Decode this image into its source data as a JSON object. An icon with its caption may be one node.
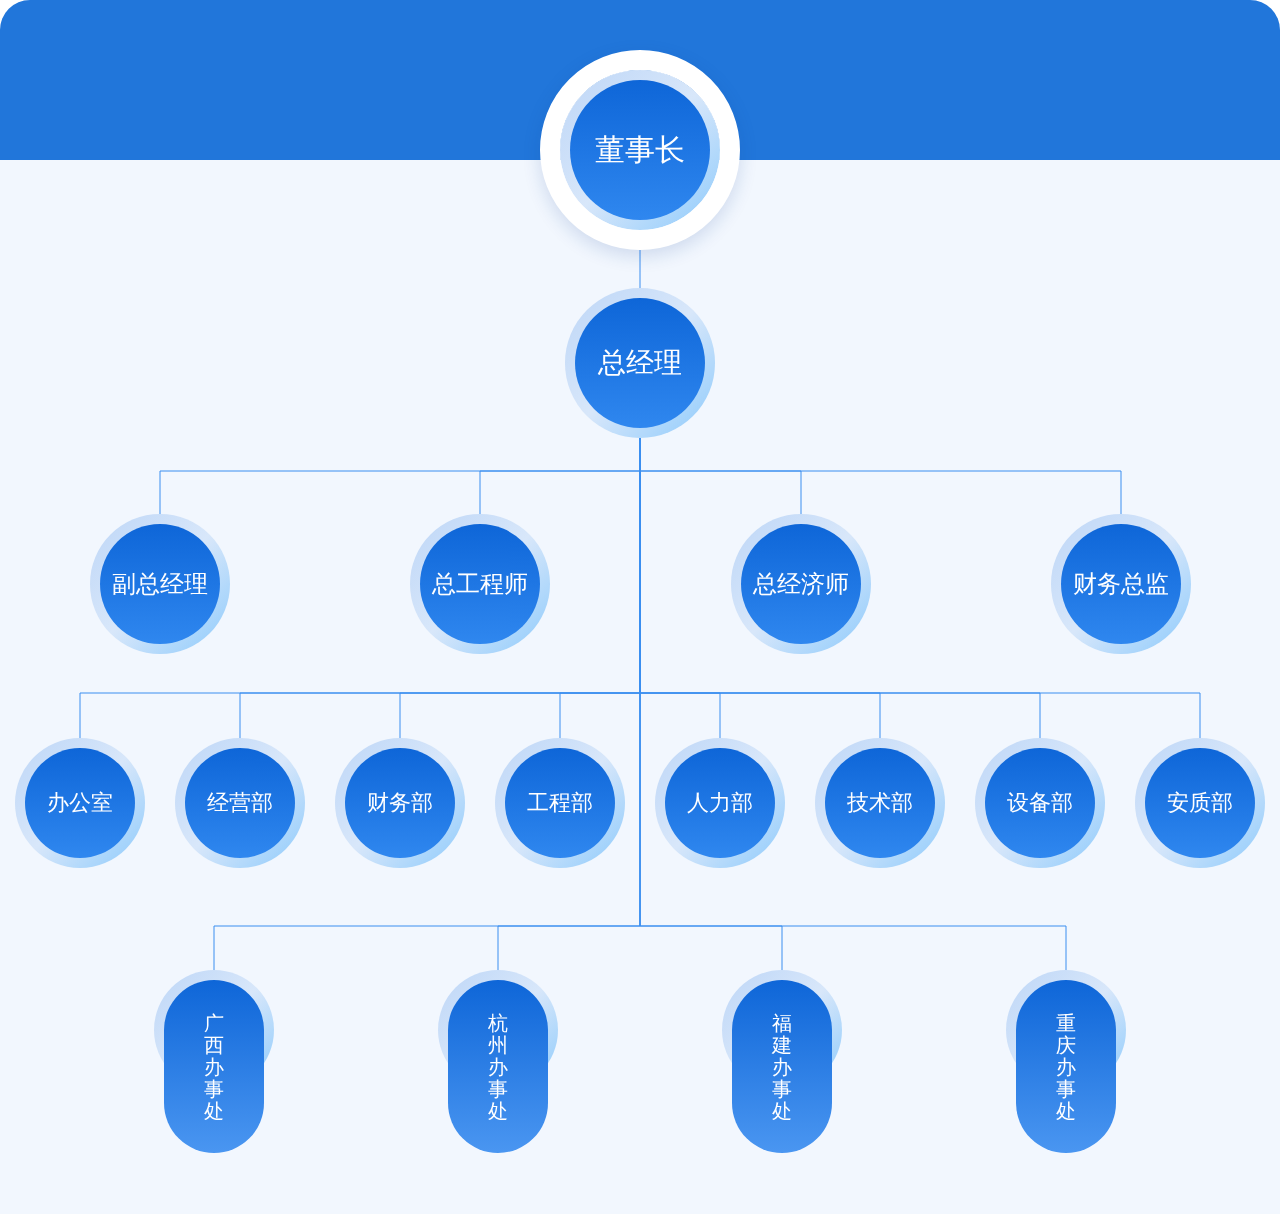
{
  "diagram": {
    "nodes": [
      {
        "text": [
          "董事长"
        ]
      },
      {
        "text": [
          "总经理"
        ]
      },
      {
        "text": [
          "副总经理"
        ]
      },
      {
        "text": [
          "总工程师"
        ]
      },
      {
        "text": [
          "总经济师"
        ]
      },
      {
        "text": [
          "财务总监"
        ]
      },
      {
        "text": [
          "办公室"
        ]
      },
      {
        "text": [
          "经营部"
        ]
      },
      {
        "text": [
          "财务部"
        ]
      },
      {
        "text": [
          "工程部"
        ]
      },
      {
        "text": [
          "人力部"
        ]
      },
      {
        "text": [
          "技术部"
        ]
      },
      {
        "text": [
          "设备部"
        ]
      },
      {
        "text": [
          "安质部"
        ]
      },
      {
        "text": [
          "广西办事处"
        ]
      },
      {
        "text": [
          "杭州办事处"
        ]
      },
      {
        "text": [
          "福建办事处"
        ]
      },
      {
        "text": [
          "重庆办事处"
        ]
      }
    ],
    "edges": [
      {
        "from": 0,
        "to": 1,
        "arrow": "none"
      },
      {
        "from": 1,
        "to": 2,
        "arrow": "none"
      },
      {
        "from": 1,
        "to": 3,
        "arrow": "none"
      },
      {
        "from": 1,
        "to": 4,
        "arrow": "none"
      },
      {
        "from": 1,
        "to": 5,
        "arrow": "none"
      },
      {
        "from": 1,
        "to": 6,
        "arrow": "none"
      },
      {
        "from": 1,
        "to": 7,
        "arrow": "none"
      },
      {
        "from": 1,
        "to": 8,
        "arrow": "none"
      },
      {
        "from": 1,
        "to": 9,
        "arrow": "none"
      },
      {
        "from": 1,
        "to": 10,
        "arrow": "none"
      },
      {
        "from": 1,
        "to": 11,
        "arrow": "none"
      },
      {
        "from": 1,
        "to": 12,
        "arrow": "none"
      },
      {
        "from": 1,
        "to": 13,
        "arrow": "none"
      },
      {
        "from": 1,
        "to": 14,
        "arrow": "none"
      },
      {
        "from": 1,
        "to": 15,
        "arrow": "none"
      },
      {
        "from": 1,
        "to": 16,
        "arrow": "none"
      },
      {
        "from": 1,
        "to": 17,
        "arrow": "none"
      }
    ]
  }
}
